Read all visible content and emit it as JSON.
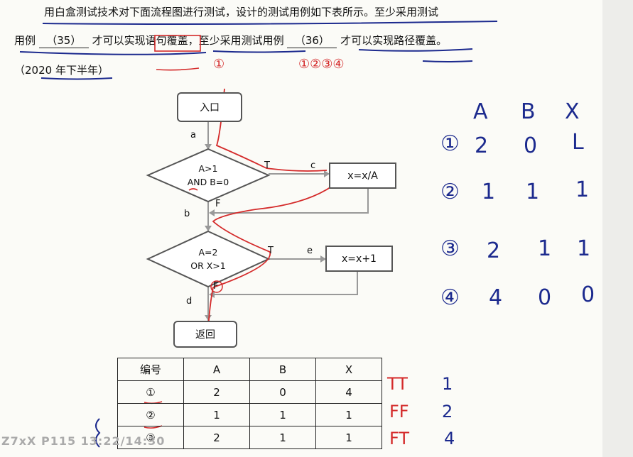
{
  "question": {
    "line1": "用白盒测试技术对下面流程图进行测试，设计的测试用例如下表所示。至少采用测试",
    "line2_a": "用例",
    "blank35": "（35）",
    "line2_b": "才可以实现语句覆盖，至少采用测试用例",
    "blank36": "（36）",
    "line2_c": "才可以实现路径覆盖。",
    "source": "（2020 年下半年）"
  },
  "flowchart": {
    "start": "入口",
    "decision1_l1": "A>1",
    "decision1_l2": "AND B=0",
    "process1": "x=x/A",
    "decision2_l1": "A=2",
    "decision2_l2": "OR X>1",
    "process2": "x=x+1",
    "end": "返回",
    "edge_a": "a",
    "edge_b": "b",
    "edge_c": "c",
    "edge_d": "d",
    "edge_e": "e",
    "t1": "T",
    "f1": "F",
    "t2": "T",
    "f2": "F"
  },
  "table": {
    "headers": [
      "编号",
      "A",
      "B",
      "X"
    ],
    "rows": [
      [
        "①",
        "2",
        "0",
        "4"
      ],
      [
        "②",
        "1",
        "1",
        "1"
      ],
      [
        "③",
        "2",
        "1",
        "1"
      ]
    ]
  },
  "handwriting": {
    "col_a": "A",
    "col_b": "B",
    "col_x": "X",
    "rows": [
      {
        "no": "①",
        "a": "2",
        "b": "0",
        "x": "L"
      },
      {
        "no": "②",
        "a": "1",
        "b": "1",
        "x": "1"
      },
      {
        "no": "③",
        "a": "2",
        "b": "1",
        "x": "1"
      },
      {
        "no": "④",
        "a": "4",
        "b": "0",
        "x": "0"
      }
    ],
    "ans35": "①",
    "ans36": "①②③④",
    "side": [
      {
        "tt": "TT",
        "n": "1"
      },
      {
        "tt": "FF",
        "n": "2"
      },
      {
        "tt": "FT",
        "n": "4"
      }
    ]
  },
  "watermark": "Z7xX P115 13:22/14:30",
  "colors": {
    "ink": "#1c2a8e",
    "red": "#d42a2a"
  }
}
